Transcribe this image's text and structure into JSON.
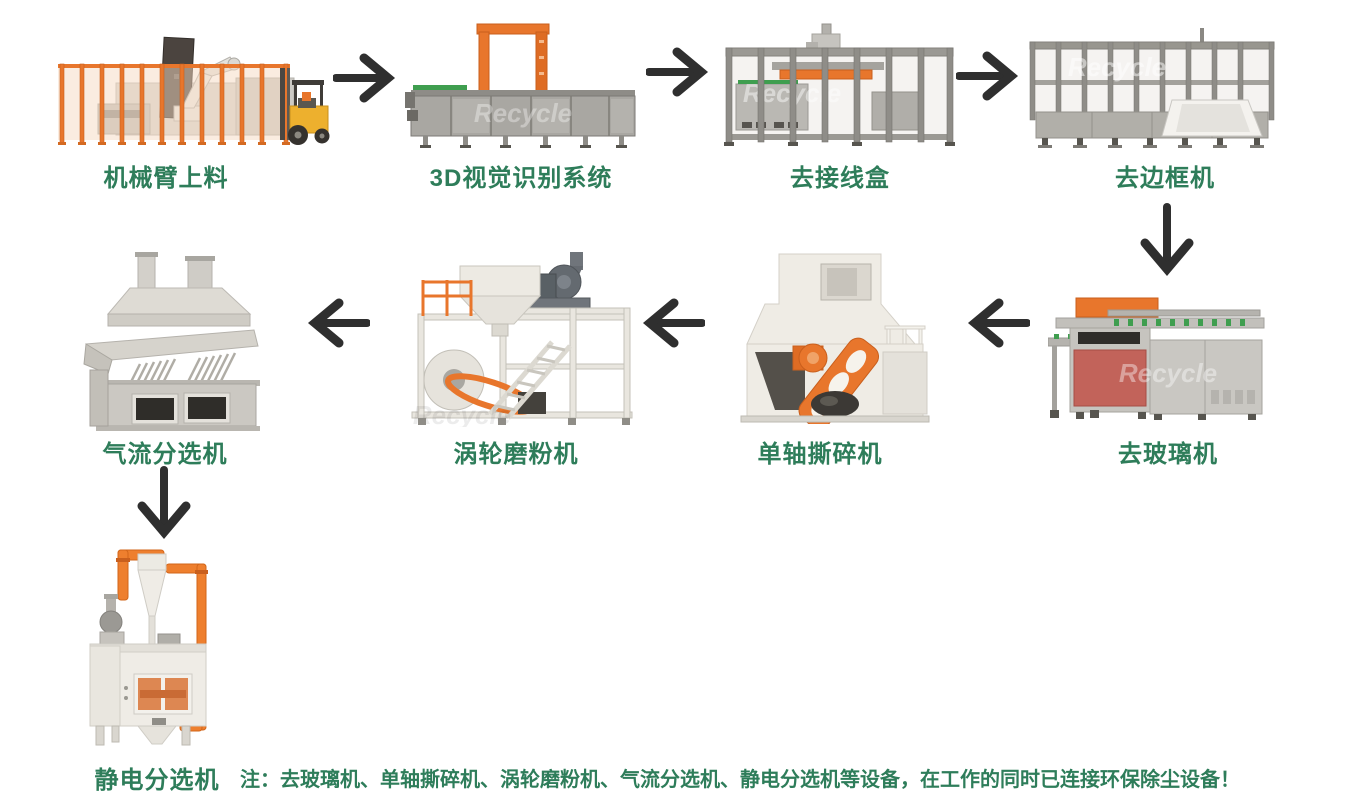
{
  "colors": {
    "label_green": "#2e7d5a",
    "arrow_dark": "#2f2f2f",
    "machine_orange": "#e8762c",
    "machine_gray": "#b9b6b0",
    "machine_cream": "#efece5",
    "forklift_yellow": "#edb02e",
    "roller_green": "#3f9e4f",
    "accent_red": "#c2635a"
  },
  "watermark": "Recycle",
  "flow": {
    "steps": [
      {
        "id": "robot-arm-loading",
        "label": "机械臂上料"
      },
      {
        "id": "3d-vision-system",
        "label": "3D视觉识别系统"
      },
      {
        "id": "junction-box-removal",
        "label": "去接线盒"
      },
      {
        "id": "frame-removal-machine",
        "label": "去边框机"
      },
      {
        "id": "glass-removal-machine",
        "label": "去玻璃机"
      },
      {
        "id": "single-shaft-shredder",
        "label": "单轴撕碎机"
      },
      {
        "id": "turbine-mill",
        "label": "涡轮磨粉机"
      },
      {
        "id": "air-flow-separator",
        "label": "气流分选机"
      },
      {
        "id": "electrostatic-separator",
        "label": "静电分选机"
      }
    ],
    "note": "注：去玻璃机、单轴撕碎机、涡轮磨粉机、气流分选机、静电分选机等设备，在工作的同时已连接环保除尘设备！"
  }
}
